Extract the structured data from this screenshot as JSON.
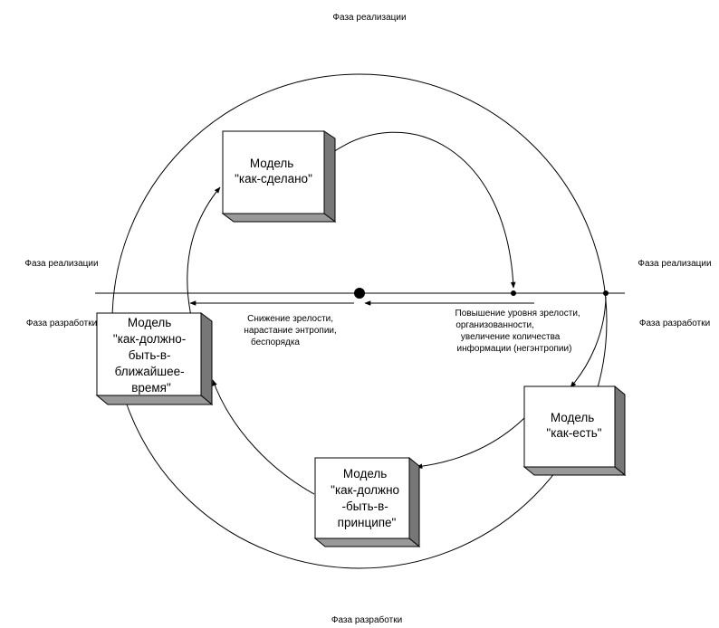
{
  "phase_labels": {
    "top": "Фаза реализации",
    "left_upper": "Фаза реализации",
    "left_lower": "Фаза разработки",
    "right_upper": "Фаза реализации",
    "right_lower": "Фаза разработки",
    "bottom": "Фаза разработки"
  },
  "boxes": {
    "as_done": [
      "Модель",
      "\"как-сделано\""
    ],
    "as_should_near": [
      "Модель",
      "\"как-должно-",
      "быть-в-",
      "ближайшее-",
      "время\""
    ],
    "as_is": [
      "Модель",
      "\"как-есть\""
    ],
    "as_should_principle": [
      "Модель",
      "\"как-должно",
      "-быть-в-",
      "принципе\""
    ]
  },
  "annotations": {
    "left": [
      "Снижение зрелости,",
      "нарастание энтропии,",
      "беспорядка"
    ],
    "right": [
      "Повышение уровня зрелости,",
      "организованности,",
      "увеличение количества",
      "информации (негэнтропии)"
    ]
  }
}
